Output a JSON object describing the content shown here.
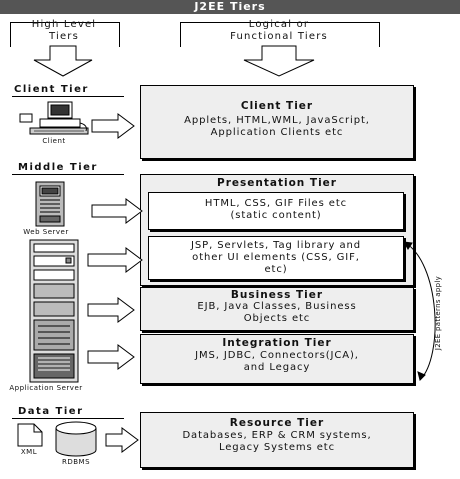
{
  "title": "J2EE Tiers",
  "headers": {
    "high_level": "High Level\nTiers",
    "logical": "Logical or\nFunctional Tiers"
  },
  "sections": {
    "client": "Client Tier",
    "middle": "Middle Tier",
    "data": "Data Tier"
  },
  "icon_labels": {
    "client": "Client",
    "web_server": "Web Server",
    "app_server": "Application Server",
    "xml": "XML",
    "rdbms": "RDBMS"
  },
  "client_tier": {
    "title": "Client Tier",
    "text": "Applets, HTML,WML, JavaScript,\nApplication Clients etc"
  },
  "presentation_tier": {
    "title": "Presentation Tier",
    "static": "HTML, CSS, GIF Files etc\n(static content)",
    "dynamic": "JSP, Servlets, Tag library and\nother UI elements (CSS, GIF,\netc)"
  },
  "business_tier": {
    "title": "Business Tier",
    "text": "EJB, Java Classes, Business\nObjects etc"
  },
  "integration_tier": {
    "title": "Integration Tier",
    "text": "JMS, JDBC, Connectors(JCA),\nand Legacy"
  },
  "resource_tier": {
    "title": "Resource Tier",
    "text": "Databases, ERP & CRM systems,\nLegacy Systems etc"
  },
  "side_note": "J2EE patterns apply"
}
